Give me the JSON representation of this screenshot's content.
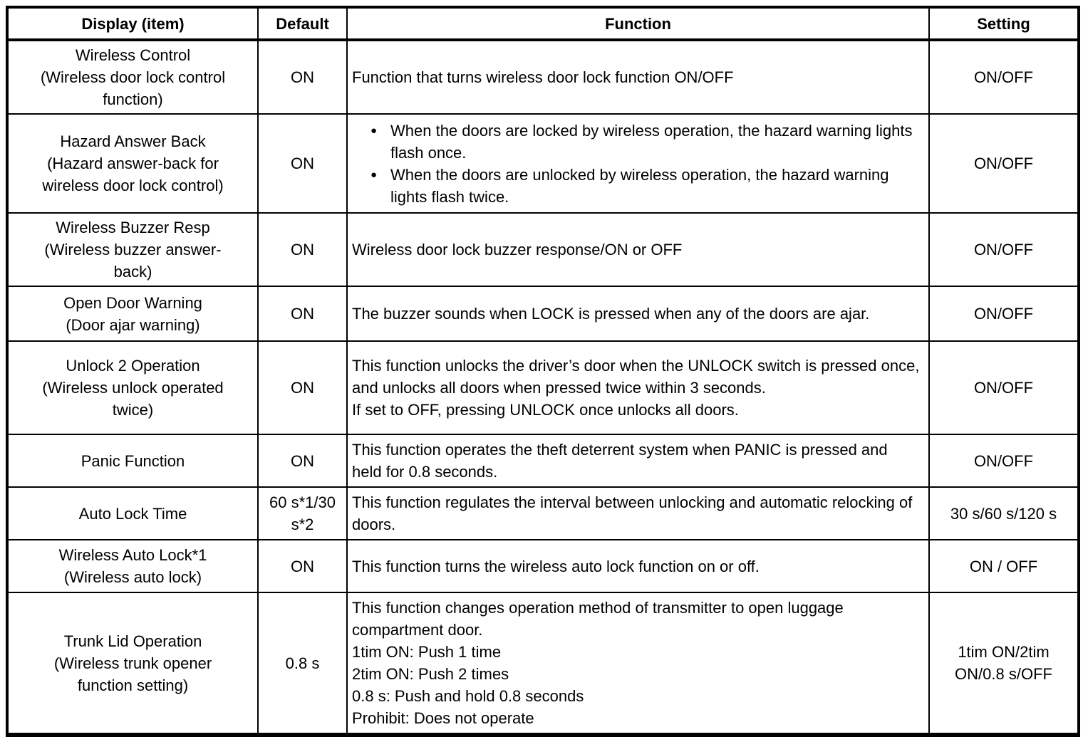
{
  "table": {
    "headers": [
      "Display (item)",
      "Default",
      "Function",
      "Setting"
    ],
    "rows": [
      {
        "display_name": "Wireless Control",
        "display_sub": "(Wireless door lock control function)",
        "default": "ON",
        "function": {
          "type": "text",
          "text": "Function that turns wireless door lock function ON/OFF"
        },
        "setting": "ON/OFF"
      },
      {
        "display_name": "Hazard Answer Back",
        "display_sub": "(Hazard answer-back for wireless door lock control)",
        "default": "ON",
        "function": {
          "type": "bullets",
          "items": [
            "When the doors are locked by wireless operation, the hazard warning lights flash once.",
            "When the doors are unlocked by wireless operation, the hazard warning lights flash twice."
          ]
        },
        "setting": "ON/OFF"
      },
      {
        "display_name": "Wireless Buzzer Resp",
        "display_sub": "(Wireless buzzer answer-back)",
        "default": "ON",
        "function": {
          "type": "text",
          "text": "Wireless door lock buzzer response/ON or OFF"
        },
        "setting": "ON/OFF"
      },
      {
        "display_name": "Open Door Warning",
        "display_sub": "(Door ajar warning)",
        "default": "ON",
        "function": {
          "type": "text",
          "text": "The buzzer sounds when LOCK is pressed when any of the doors are ajar."
        },
        "setting": "ON/OFF"
      },
      {
        "display_name": "Unlock 2 Operation",
        "display_sub": "(Wireless unlock operated twice)",
        "default": "ON",
        "function": {
          "type": "lines",
          "lines": [
            "This function unlocks the driver’s door when the UNLOCK switch is pressed once, and unlocks all doors when pressed twice within 3 seconds.",
            "If set to OFF, pressing UNLOCK once unlocks all doors."
          ]
        },
        "setting": "ON/OFF"
      },
      {
        "display_name": "Panic Function",
        "display_sub": "",
        "default": "ON",
        "function": {
          "type": "text",
          "text": "This function operates the theft deterrent system when PANIC is pressed and held for 0.8 seconds."
        },
        "setting": "ON/OFF"
      },
      {
        "display_name": "Auto Lock Time",
        "display_sub": "",
        "default": "60 s*1/30 s*2",
        "function": {
          "type": "text",
          "text": "This function regulates the interval between unlocking and automatic relocking of doors."
        },
        "setting": "30 s/60 s/120 s"
      },
      {
        "display_name": "Wireless Auto Lock*1",
        "display_sub": "(Wireless auto lock)",
        "default": "ON",
        "function": {
          "type": "text",
          "text": "This function turns the wireless auto lock function on or off."
        },
        "setting": "ON / OFF"
      },
      {
        "display_name": "Trunk Lid Operation",
        "display_sub": "(Wireless trunk opener function setting)",
        "default": "0.8 s",
        "function": {
          "type": "lines",
          "lines": [
            "This function changes operation method of transmitter to open luggage compartment door.",
            "1tim ON: Push 1 time",
            "2tim ON: Push 2 times",
            "0.8 s: Push and hold 0.8 seconds",
            "Prohibit: Does not operate"
          ]
        },
        "setting": "1tim ON/2tim ON/0.8 s/OFF"
      }
    ]
  }
}
